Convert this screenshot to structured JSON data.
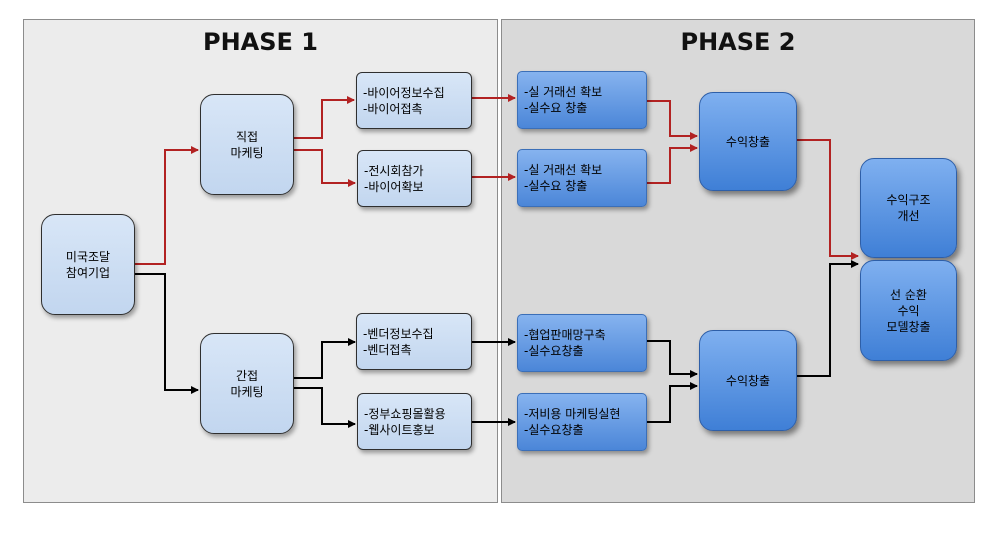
{
  "phases": {
    "p1_title": "PHASE 1",
    "p2_title": "PHASE 2"
  },
  "nodes": {
    "start": {
      "line1": "미국조달",
      "line2": "참여기업"
    },
    "direct": {
      "line1": "직접",
      "line2": "마케팅"
    },
    "indirect": {
      "line1": "간접",
      "line2": "마케팅"
    },
    "d1": {
      "line1": "-바이어정보수집",
      "line2": "-바이어접촉"
    },
    "d2": {
      "line1": "-전시회참가",
      "line2": "-바이어확보"
    },
    "i1": {
      "line1": "-벤더정보수집",
      "line2": "-벤더접촉"
    },
    "i2": {
      "line1": "-정부쇼핑몰활용",
      "line2": "-웹사이트홍보"
    },
    "p1": {
      "line1": "-실 거래선 확보",
      "line2": "-실수요 창출"
    },
    "p2": {
      "line1": "-실 거래선 확보",
      "line2": "-실수요 창출"
    },
    "p3": {
      "line1": "-협업판매망구축",
      "line2": "-실수요창출"
    },
    "p4": {
      "line1": "-저비용 마케팅실현",
      "line2": "-실수요창출"
    },
    "rev_top": {
      "label": "수익창출"
    },
    "rev_bottom": {
      "label": "수익창출"
    },
    "final1": {
      "line1": "수익구조",
      "line2": "개선"
    },
    "final2": {
      "line1": "선 순환",
      "line2": "수익",
      "line3": "모델창출"
    }
  },
  "colors": {
    "red_arrow": "#b22222",
    "black_arrow": "#000000",
    "phase2_bg": "#d9d9d9",
    "phase1_bg": "#ececec"
  }
}
